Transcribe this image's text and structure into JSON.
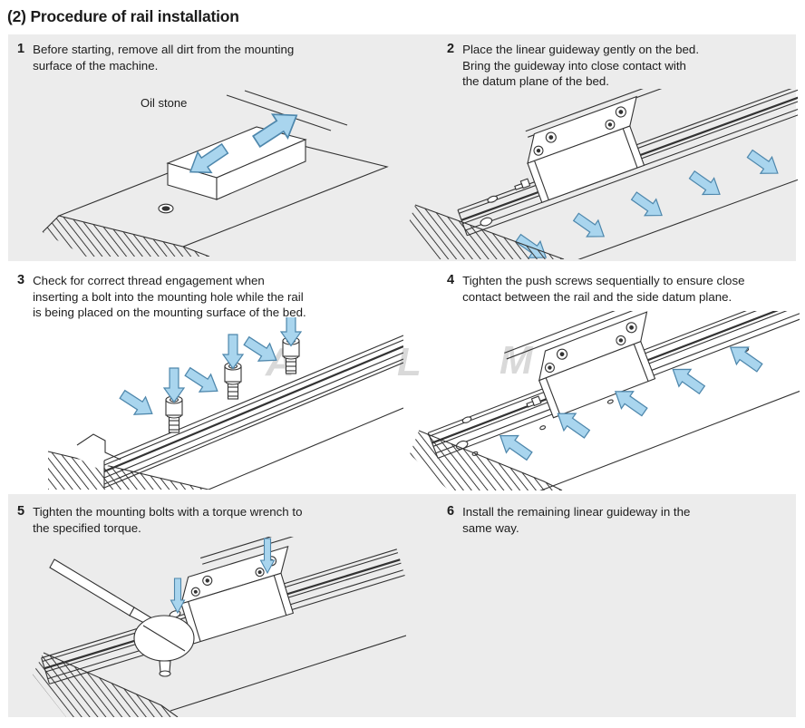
{
  "page": {
    "title": "(2) Procedure of rail installation"
  },
  "colors": {
    "panel_gray": "#ececec",
    "arrow_fill": "#a9d5ee",
    "arrow_stroke": "#4e87ac",
    "line_color": "#333333",
    "watermark_gray": "#d9d9d9",
    "text_color": "#1c1c1c"
  },
  "watermark": {
    "letters": [
      "A",
      "L",
      "M"
    ]
  },
  "figure_labels": {
    "oil_stone": "Oil stone"
  },
  "steps": [
    {
      "number": "1",
      "figure": "oil-stone-cleaning",
      "text": "Before starting, remove all dirt from the mounting\nsurface of the machine."
    },
    {
      "number": "2",
      "figure": "guideway-placed-on-bed",
      "text": "Place the linear guideway gently on the bed.\nBring the guideway into close contact with\nthe datum plane of the bed."
    },
    {
      "number": "3",
      "figure": "bolt-thread-engagement",
      "text": "Check for correct thread engagement when\ninserting a bolt into the mounting hole while the rail\nis being placed on the mounting surface of the bed."
    },
    {
      "number": "4",
      "figure": "push-screw-tightening",
      "text": "Tighten the push screws sequentially to ensure close\ncontact between the rail and the side datum plane."
    },
    {
      "number": "5",
      "figure": "torque-wrench-tightening",
      "text": "Tighten the mounting bolts with a torque wrench to\nthe specified torque."
    },
    {
      "number": "6",
      "figure": "none",
      "text": "Install the remaining linear guideway in the\nsame way."
    }
  ]
}
